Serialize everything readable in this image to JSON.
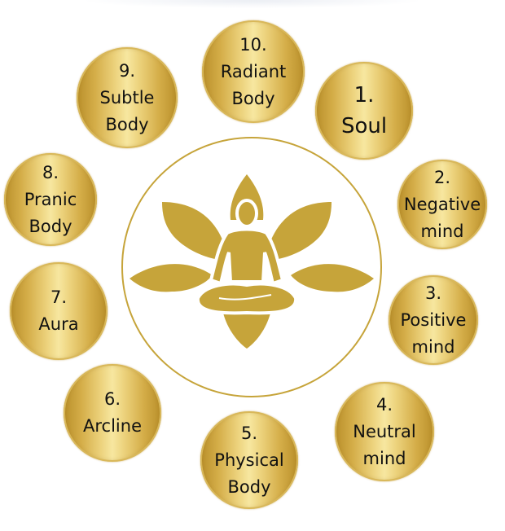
{
  "diagram": {
    "title": "",
    "center_icon": "meditating-figure-lotus-icon",
    "colors": {
      "gold": "#c6a43a",
      "coin_light": "#f7e7a0",
      "coin_dark": "#b98f2a",
      "text": "#111111"
    },
    "bodies": [
      {
        "num": "1.",
        "label": "Soul",
        "label2": ""
      },
      {
        "num": "2.",
        "label": "Negative",
        "label2": "mind"
      },
      {
        "num": "3.",
        "label": "Positive",
        "label2": "mind"
      },
      {
        "num": "4.",
        "label": "Neutral",
        "label2": "mind"
      },
      {
        "num": "5.",
        "label": "Physical",
        "label2": "Body"
      },
      {
        "num": "6.",
        "label": "Arcline",
        "label2": ""
      },
      {
        "num": "7.",
        "label": "Aura",
        "label2": ""
      },
      {
        "num": "8.",
        "label": "Pranic",
        "label2": "Body"
      },
      {
        "num": "9.",
        "label": "Subtle",
        "label2": "Body"
      },
      {
        "num": "10.",
        "label": "Radiant",
        "label2": "Body"
      }
    ]
  }
}
